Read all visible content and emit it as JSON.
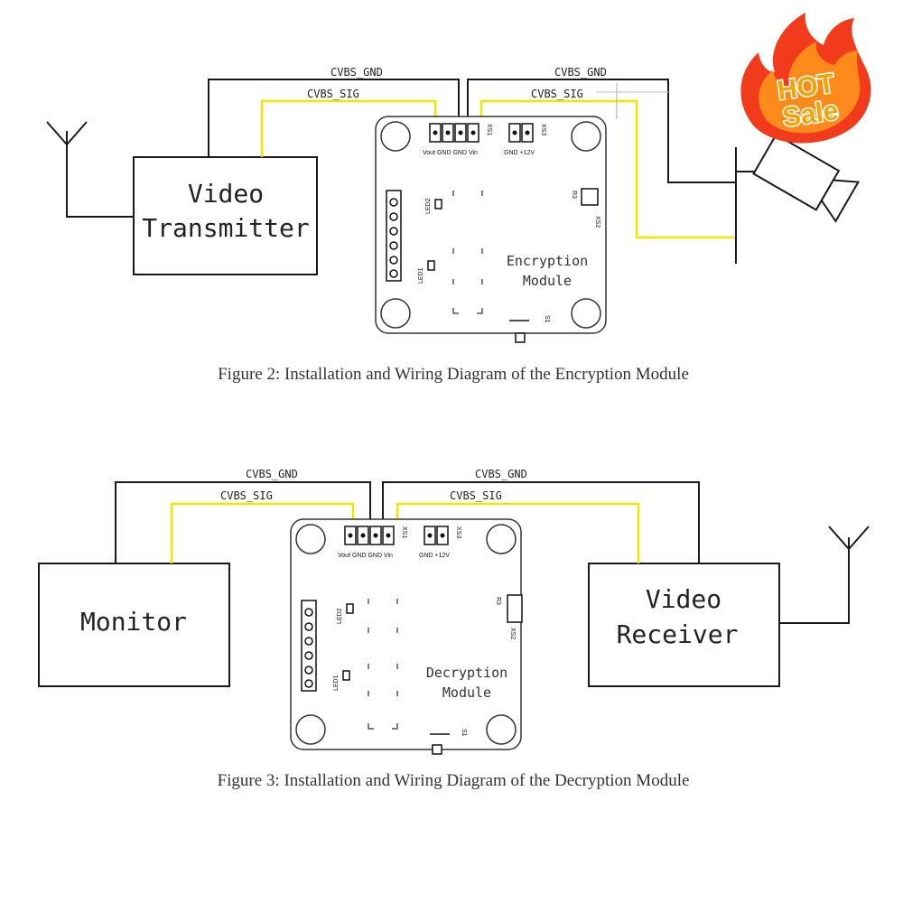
{
  "badge": {
    "line1": "HOT",
    "line2": "Sale",
    "colors": {
      "flame_outer": "#f23b1c",
      "flame_inner": "#ff8a1c",
      "text": "#ffffff",
      "text_fill": "#f5a300"
    }
  },
  "wire_colors": {
    "gnd": "#1a1a1a",
    "sig": "#f2e600"
  },
  "figure2": {
    "caption": "Figure 2: Installation and Wiring Diagram of the Encryption Module",
    "left_device": {
      "line1": "Video",
      "line2": "Transmitter"
    },
    "module": {
      "line1": "Encryption",
      "line2": "Module"
    },
    "wires": {
      "left_gnd": "CVBS_GND",
      "left_sig": "CVBS_SIG",
      "right_gnd": "CVBS_GND",
      "right_sig": "CVBS_SIG"
    },
    "right_device_icon": "camera-icon"
  },
  "figure3": {
    "caption": "Figure 3: Installation and Wiring Diagram of the Decryption Module",
    "left_device": {
      "line1": "Monitor"
    },
    "right_device": {
      "line1": "Video",
      "line2": "Receiver"
    },
    "module": {
      "line1": "Decryption",
      "line2": "Module"
    },
    "wires": {
      "left_gnd": "CVBS_GND",
      "left_sig": "CVBS_SIG",
      "right_gnd": "CVBS_GND",
      "right_sig": "CVBS_SIG"
    }
  },
  "board_labels": {
    "xs1": "XS1",
    "xs2": "XS2",
    "xs3": "XS3",
    "pins_left": "Vout GND GND Vin",
    "pins_right": "GND +12V",
    "led1": "LED1",
    "led2": "LED2",
    "s1": "S1",
    "r": "R3"
  }
}
